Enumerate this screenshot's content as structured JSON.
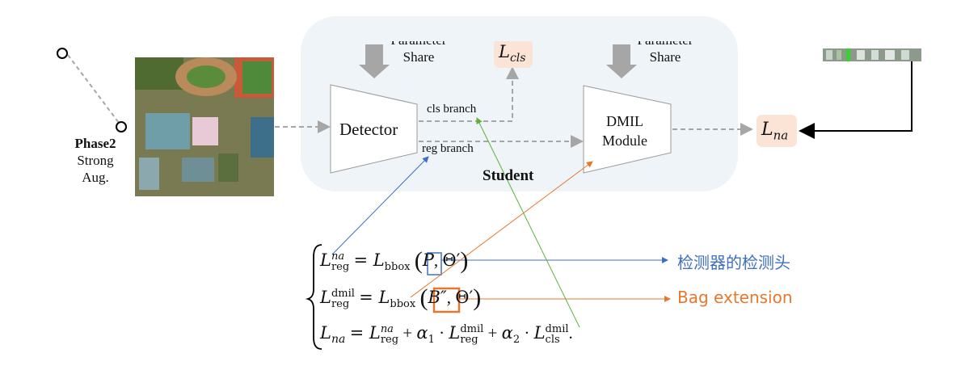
{
  "phase": {
    "title": "Phase2",
    "line2": "Strong",
    "line3": "Aug."
  },
  "top": {
    "param_share_left": [
      "Parameter",
      "Share"
    ],
    "param_share_right": [
      "Parameter",
      "Share"
    ],
    "lcls": {
      "base": "L",
      "sub": "cls"
    }
  },
  "student": {
    "detector": "Detector",
    "cls_branch": "cls branch",
    "reg_branch": "reg branch",
    "dmil_line1": "DMIL",
    "dmil_line2": "Module",
    "title": "Student"
  },
  "lna": {
    "base": "L",
    "sub": "na"
  },
  "equations": {
    "eq1": {
      "lhs_base": "L",
      "lhs_sub": "reg",
      "lhs_sup": "na",
      "func": "L",
      "func_sub": "bbox",
      "arg1": "P",
      "arg2": "Θ′"
    },
    "eq2": {
      "lhs_base": "L",
      "lhs_sub": "reg",
      "lhs_sup": "dmil",
      "func": "L",
      "func_sub": "bbox",
      "arg1": "B″",
      "arg2": "Θ′"
    },
    "eq3": {
      "lhs": "L",
      "lhs_sub": "na",
      "t1": "L",
      "t1_sub": "reg",
      "t1_sup": "na",
      "a1": "α",
      "a1_sub": "1",
      "t2": "L",
      "t2_sub": "reg",
      "t2_sup": "dmil",
      "a2": "α",
      "a2_sub": "2",
      "t3": "L",
      "t3_sub": "cls",
      "t3_sup": "dmil"
    }
  },
  "annotations": {
    "blue": {
      "text": "检测器的检测头",
      "color": "#3f6fc4"
    },
    "orange": {
      "text": "Bag extension",
      "color": "#e8772e"
    }
  },
  "colors": {
    "student_bg": "#eef4f8",
    "loss_bg": "#fbe3d6",
    "green": "#5fb13a",
    "gray": "#a6a6a6"
  }
}
